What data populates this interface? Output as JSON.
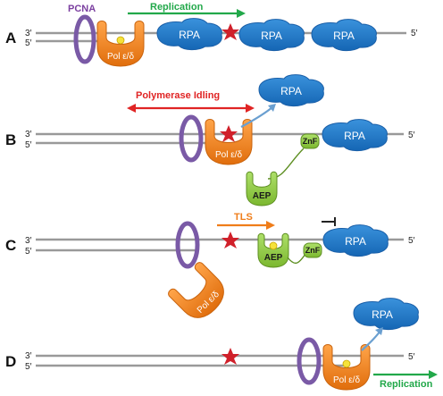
{
  "panels": [
    "A",
    "B",
    "C",
    "D"
  ],
  "strand_labels": {
    "top": "3′",
    "bottom": "5′",
    "right": "5′"
  },
  "labels": {
    "pcna": "PCNA",
    "replication": "Replication",
    "polymerase_idling": "Polymerase Idling",
    "tls": "TLS",
    "rpa": "RPA",
    "pol": "Pol ε/δ",
    "aep": "AEP",
    "znf": "ZnF"
  },
  "colors": {
    "dna": "#999999",
    "pcna": "#7a5aa6",
    "pol": "#f07f1a",
    "rpa": "#1f78c8",
    "aep": "#8cc63f",
    "lesion": "#d0202a",
    "replication": "#22a84a",
    "idling": "#e02424",
    "tls": "#ef7d1a",
    "pcna_text": "#7b3fa0",
    "release_arrow": "#6a9fd0"
  }
}
